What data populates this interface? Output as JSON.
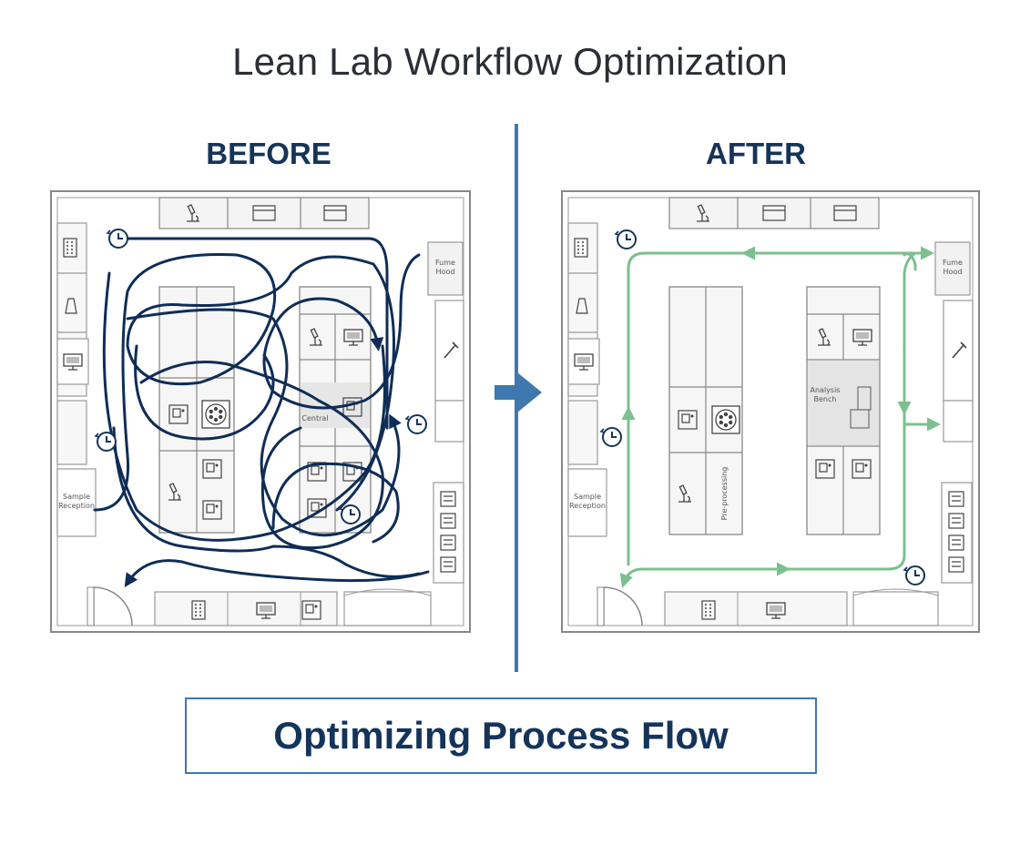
{
  "title": "Lean Lab Workflow Optimization",
  "panels": {
    "before": {
      "label": "BEFORE",
      "rooms": {
        "fume_hood": "Fume Hood",
        "sample_reception": "Sample Reception",
        "center_bench": "Central"
      }
    },
    "after": {
      "label": "AFTER",
      "rooms": {
        "fume_hood": "Fume Hood",
        "sample_reception": "Sample Reception",
        "analysis_bench": "Analysis Bench",
        "pre_processing": "Pre-processing"
      }
    }
  },
  "caption": "Optimizing Process Flow",
  "colors": {
    "before_flow": "#0f2d57",
    "after_flow": "#7bc08e",
    "divider": "#3f78ae",
    "heading": "#163457"
  },
  "icons": [
    "microscope-icon",
    "monitor-icon",
    "centrifuge-icon",
    "clock-icon",
    "keypad-icon",
    "storage-box-icon",
    "scale-icon",
    "pipette-icon"
  ]
}
